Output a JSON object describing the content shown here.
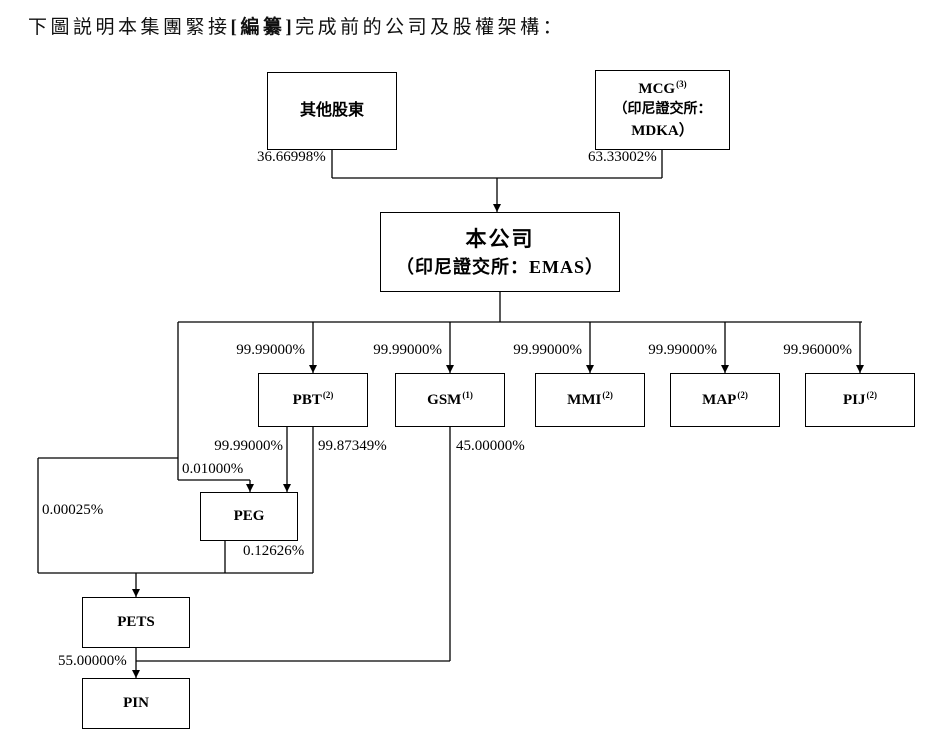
{
  "title": {
    "prefix": "下圖説明本集團緊接",
    "bracketed": "[編纂]",
    "suffix": "完成前的公司及股權架構："
  },
  "nodes": {
    "other_shareholders": {
      "label": "其他股東"
    },
    "mcg": {
      "label": "MCG",
      "sup": "(3)",
      "line2": "（印尼證交所：",
      "line3": "MDKA）"
    },
    "company": {
      "label": "本公司",
      "line2": "（印尼證交所：EMAS）"
    },
    "pbt": {
      "label": "PBT",
      "sup": "(2)"
    },
    "gsm": {
      "label": "GSM",
      "sup": "(1)"
    },
    "mmi": {
      "label": "MMI",
      "sup": "(2)"
    },
    "map": {
      "label": "MAP",
      "sup": "(2)"
    },
    "pij": {
      "label": "PIJ",
      "sup": "(2)"
    },
    "peg": {
      "label": "PEG"
    },
    "pets": {
      "label": "PETS"
    },
    "pin": {
      "label": "PIN"
    }
  },
  "edges": {
    "other_to_company": "36.66998%",
    "mcg_to_company": "63.33002%",
    "company_to_pbt": "99.99000%",
    "company_to_gsm": "99.99000%",
    "company_to_mmi": "99.99000%",
    "company_to_map": "99.99000%",
    "company_to_pij": "99.96000%",
    "pbt_to_peg": "99.99000%",
    "pbt_to_pets": "99.87349%",
    "company_to_peg": "0.01000%",
    "company_to_pets": "0.00025%",
    "peg_to_pets": "0.12626%",
    "pets_to_pin": "55.00000%",
    "gsm_to_pin": "45.00000%"
  }
}
